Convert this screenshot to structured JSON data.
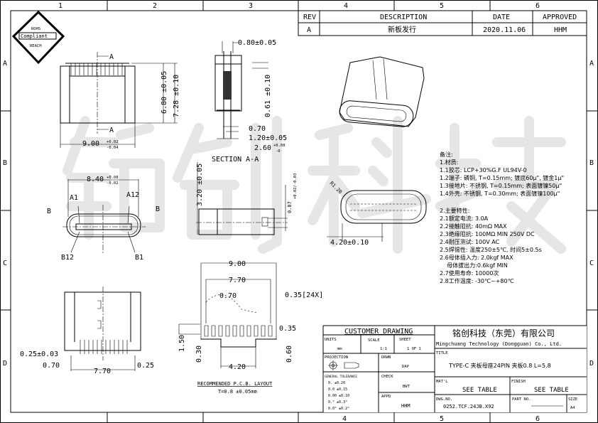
{
  "frame": {
    "columns": [
      "1",
      "2",
      "3",
      "4",
      "5",
      "6"
    ],
    "rows": [
      "A",
      "B",
      "C",
      "D"
    ]
  },
  "watermark": "铭创科技",
  "compliance_logo": {
    "top": "ROHS",
    "middle": "Compliant",
    "bottom": "REACH"
  },
  "revision_table": {
    "headers": {
      "rev": "REV",
      "description": "DESCRIPTION",
      "date": "DATE",
      "approved": "APPROVED"
    },
    "rows": [
      {
        "rev": "A",
        "description": "新板发行",
        "date": "2020.11.06",
        "approved": "HHM"
      }
    ]
  },
  "views": {
    "front": {
      "section_mark": "A",
      "height_1": "6.80 ±0.05",
      "height_2": "7.28 ±0.10",
      "width": "9.00",
      "width_tol_up": "+0.02",
      "width_tol_down": "-0.04"
    },
    "section": {
      "title": "SECTION A-A",
      "d1": "0.80±0.05",
      "d2": "0.61 ±0.10",
      "d3": "0.70",
      "d4": "1.20±0.05",
      "d5": "2.60",
      "d5_tol_up": "+0.08",
      "d5_tol_down": "-0"
    },
    "mating_face": {
      "width": "8.40",
      "tol_up": "+0.08",
      "tol_down": "-0.02",
      "pin_a1": "A1",
      "pin_a12": "A12",
      "pin_b12": "B12",
      "pin_b1": "B1",
      "section_mark": "B"
    },
    "side": {
      "height": "3.20 ±0.05",
      "thickness": "0.87",
      "thickness_tol": "+0.02/-0.03"
    },
    "bottom": {
      "d1": "0.25±0.03",
      "d2": "0.70",
      "d3": "7.70",
      "d4": "0.25"
    },
    "pcb": {
      "w1": "9.00",
      "w2": "7.70",
      "d1": "0.70",
      "d2": "0.35[24X]",
      "d3": "0.35",
      "h1": "1.50",
      "h2": "0.30",
      "w3": "4.20",
      "h3": "0.60",
      "title": "RECOMMENDED  P.C.B. LAYOUT",
      "thickness": "T=0.8 ±0.05mm"
    },
    "iso": {
      "radius": "R1.20",
      "width": "4.20±0.10"
    }
  },
  "notes": [
    "备注:",
    "1.材质:",
    "1.1胶芯: LCP+30%G.F UL94V-0",
    "1.2端子: 磷铜, T=0.15mm; 镀底60μ\", 镀金1μ\"",
    "1.3接地片: 不锈钢, T=0.15mm; 表面镀镍50μ\"",
    "1.4外壳: 不锈钢, T=0.30mm; 表面镀镍100μ\"",
    "",
    "2.主要特性:",
    "2.1额定电流: 3.0A",
    "2.2接触阻抗: 40mΩ MAX",
    "2.3绝缘阻抗: 100MΩ MIN 250V DC",
    "2.4耐压测试: 100V AC",
    "2.5焊锡性: 温度250±5℃, 时间5±0.5s",
    "2.6母体插入力: 2.0kgf MAX",
    "    母体拔出力:0.6kgf MIN",
    "2.7使用寿命: 10000次",
    "2.8工作温度: -30℃~+80℃"
  ],
  "title_block": {
    "customer_drawing": "CUSTOMER DRAWING",
    "units_label": "UNITS",
    "units_value": "mm",
    "scale_label": "SCALE",
    "scale_value": "1:1",
    "sheet_label": "SHEET",
    "sheet_value": "1 OF 1",
    "projection_label": "PROJECTION",
    "drwn_label": "DRWN",
    "drwn_value": "DAP",
    "check_label": "CHECK",
    "check_value": "BWT",
    "appd_label": "APPD",
    "appd_value": "HHM",
    "tolerance_label": "GENERAL TOLERANCE",
    "tolerances": [
      "0.  ±0.20",
      "0.0  ±0.15",
      "0.00 ±0.10",
      "0.°  ±0.3°",
      "0.0° ±0.2°"
    ],
    "company_cn": "铭创科技（东莞）有限公司",
    "company_en": "Mingchuang Technology (Dongguan) Co., Ltd.",
    "title_label": "TITLE",
    "title_value": "TYPE-C 夹板母座24PIN 夹板0.8 L=5.8",
    "matl_label": "MAT'L",
    "matl_value": "SEE TABLE",
    "finish_label": "FINISH",
    "finish_value": "SEE TABLE",
    "dwg_label": "DWG.NO.",
    "dwg_value": "0252.TCF.24JB.X92",
    "part_label": "PART NO.",
    "size_label": "SIZE",
    "size_value": "A4"
  }
}
